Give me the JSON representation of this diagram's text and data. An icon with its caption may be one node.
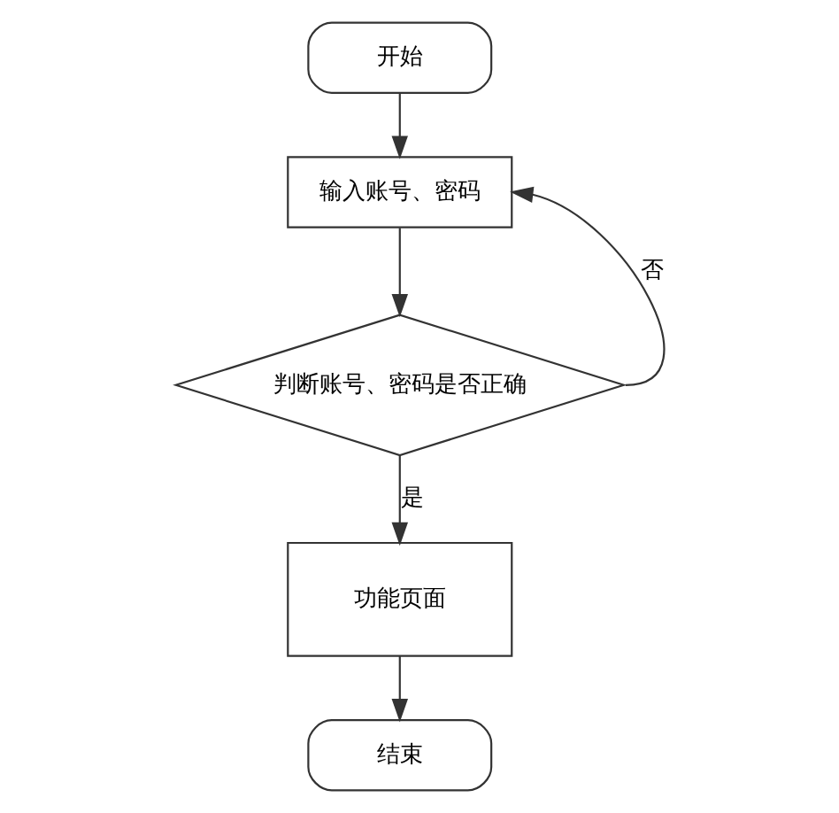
{
  "diagram": {
    "nodes": [
      {
        "text": [
          "开始"
        ]
      },
      {
        "text": [
          "输入账号、密码"
        ]
      },
      {
        "text": [
          "判断账号、密码是否正确"
        ]
      },
      {
        "text": [
          "功能页面"
        ]
      },
      {
        "text": [
          "结束"
        ]
      }
    ],
    "edges": [
      {
        "from": 0,
        "to": 1,
        "arrow": "to"
      },
      {
        "from": 1,
        "to": 2,
        "arrow": "to"
      },
      {
        "from": 2,
        "to": 1,
        "arrow": "to",
        "label": "否"
      },
      {
        "from": 2,
        "to": 3,
        "arrow": "to",
        "label": "是"
      },
      {
        "from": 3,
        "to": 4,
        "arrow": "to"
      }
    ]
  }
}
